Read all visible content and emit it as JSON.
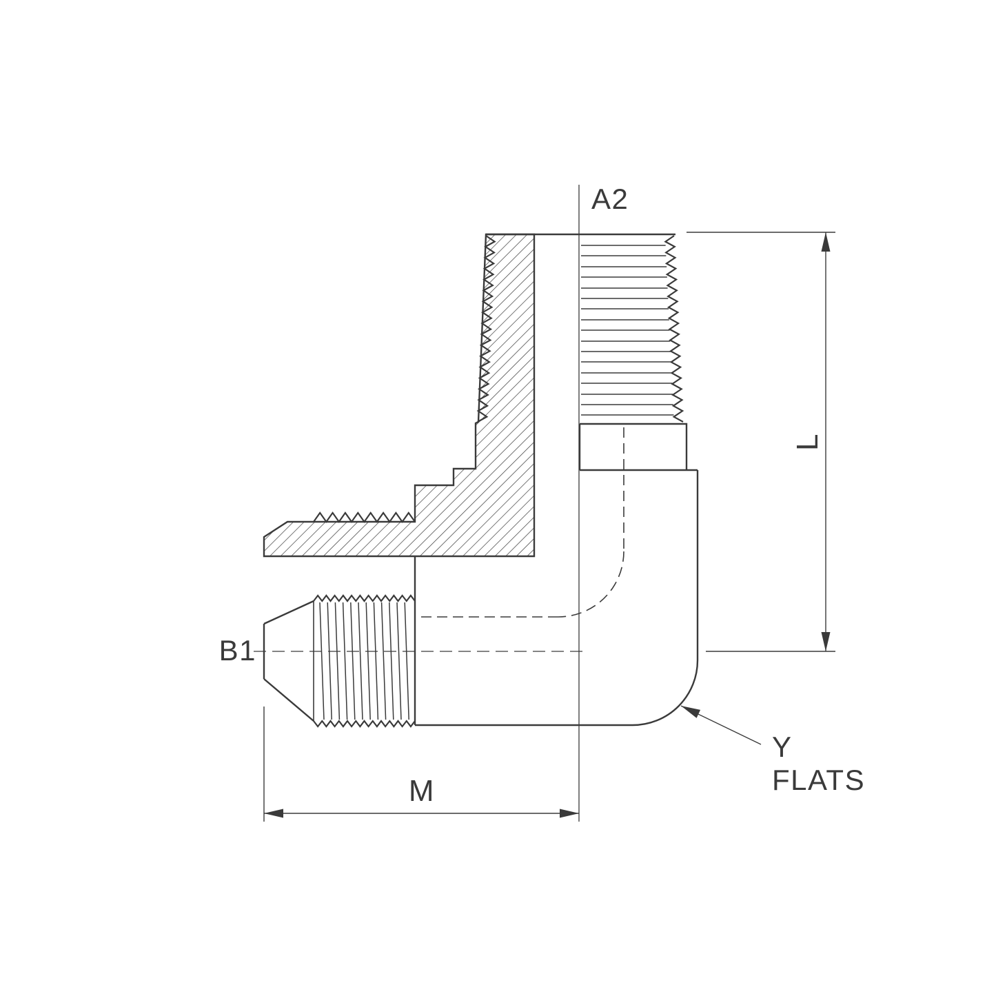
{
  "drawing": {
    "labels": {
      "top_port": "A2",
      "side_port": "B1",
      "dim_height": "L",
      "dim_length": "M",
      "flats_line1": "Y",
      "flats_line2": "FLATS"
    },
    "colors": {
      "line": "#3a3a3a",
      "background": "#ffffff"
    }
  }
}
